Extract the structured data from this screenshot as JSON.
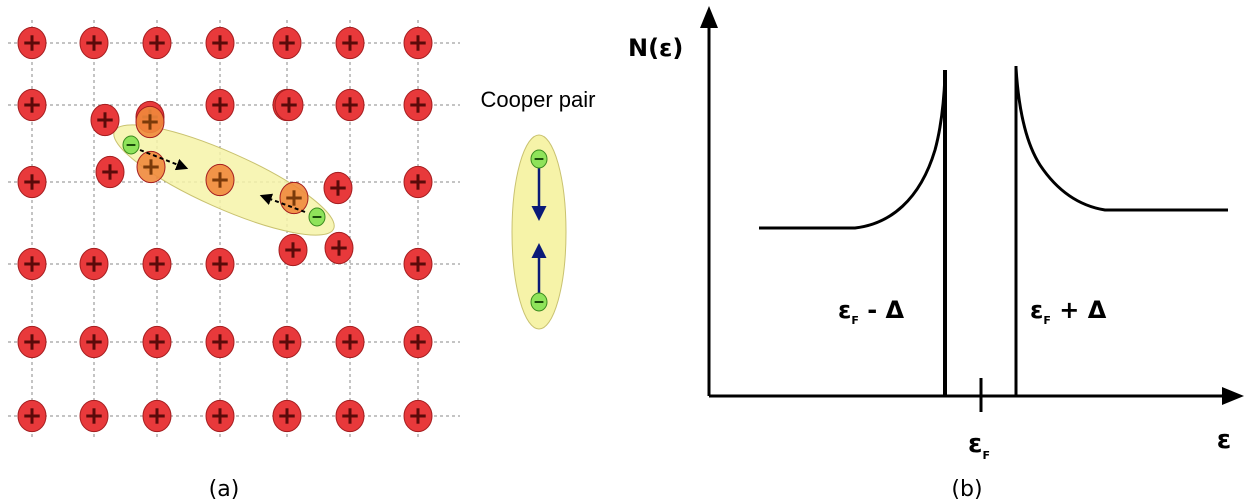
{
  "colors": {
    "ion": "#e8393b",
    "ion_stroke": "#a41d1f",
    "ion_displaced": "#f08a3c",
    "electron": "#8fe35a",
    "electron_stroke": "#3a8a1e",
    "pair_halo": "#f6f3a8",
    "pair_halo_stroke": "#c9c270",
    "arrow": "#0a1a78",
    "axis": "#000000"
  },
  "icons": {
    "ion": "plus-circle-icon",
    "electron": "minus-circle-icon"
  },
  "panel_a": {
    "cooper_pair_label": "Cooper pair",
    "ion_symbol": "+",
    "electron_symbol": "-",
    "caption": "(a)"
  },
  "panel_b": {
    "y_axis_label": "N(ε)",
    "x_axis_label": "ε",
    "fermi_label_base": "ε",
    "fermi_label_sub": "F",
    "gap_left_base": "ε",
    "gap_left_sub": "F",
    "gap_left_suffix": " - Δ",
    "gap_right_base": "ε",
    "gap_right_sub": "F",
    "gap_right_suffix": " + Δ",
    "caption": "(b)"
  }
}
